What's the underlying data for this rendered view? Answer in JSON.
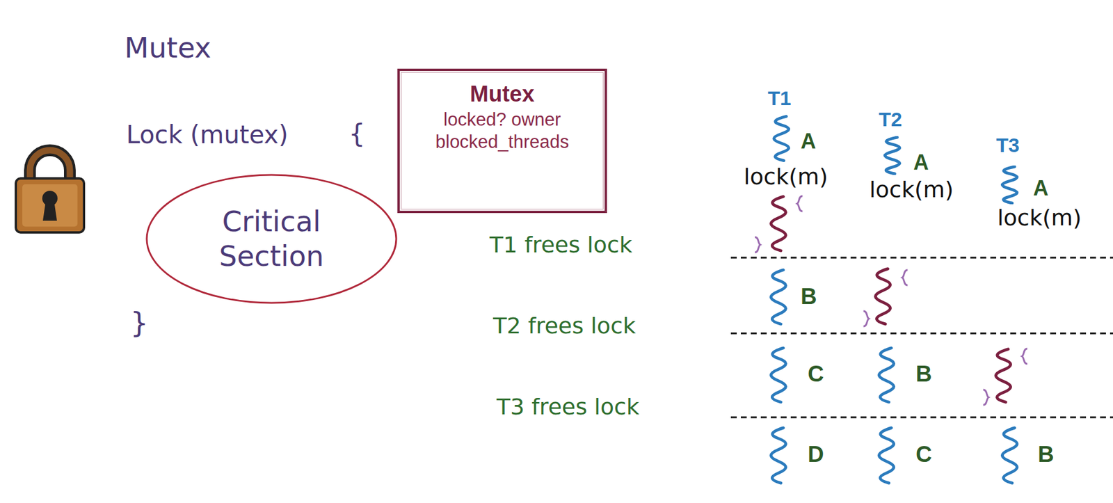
{
  "diagram": {
    "title": "Mutex",
    "nodes": [
      {
        "text": [
          "Mutex",
          "locked? owner blocked_threads"
        ]
      },
      {
        "text": [
          "Critical Section"
        ]
      }
    ],
    "labels": [
      "Lock (mutex)",
      "{",
      "}",
      "T1 frees lock",
      "T2 frees lock",
      "T3 frees lock",
      "T1",
      "A",
      "lock(m)",
      "T2",
      "A",
      "lock(m)",
      "T3",
      "A",
      "lock(m)",
      "B",
      "C",
      "B",
      "D",
      "C",
      "B"
    ]
  }
}
